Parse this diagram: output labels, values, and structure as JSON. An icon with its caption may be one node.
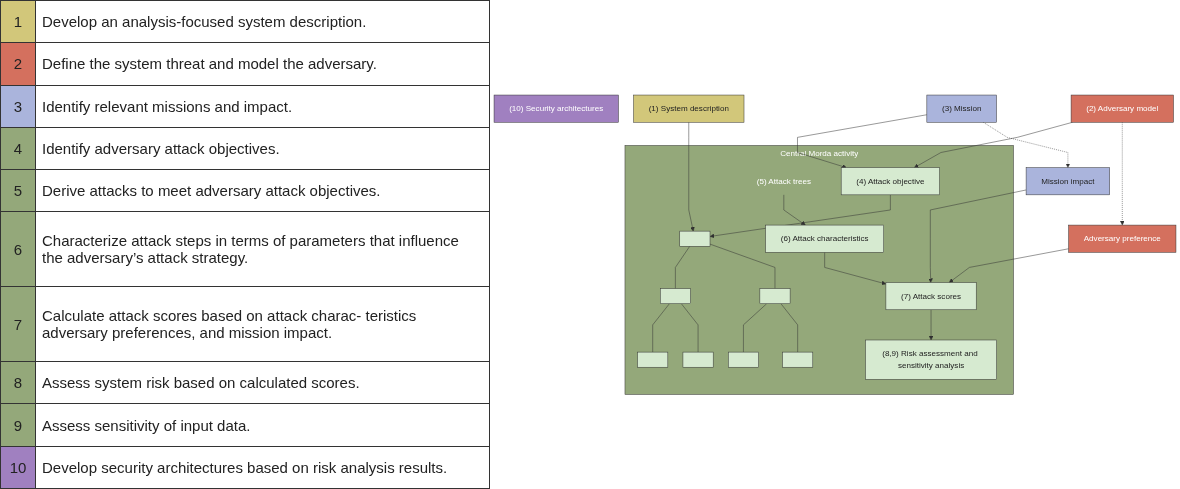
{
  "diagram": {
    "nodes": [
      {
        "text": [
          "(2) Adversary model"
        ]
      },
      {
        "text": [
          "(3) Mission"
        ]
      },
      {
        "text": [
          "Central Morda activity"
        ]
      },
      {
        "text": [
          "(4) Attack objective"
        ],
        "in": 2
      },
      {
        "text": [],
        "shape": "box",
        "in": 2
      },
      {
        "text": [],
        "shape": "box",
        "in": 2
      },
      {
        "text": [
          "(5) Attack trees"
        ],
        "in": 2
      },
      {
        "text": [],
        "shape": "box",
        "in": 2
      },
      {
        "text": [],
        "shape": "box",
        "in": 2
      },
      {
        "text": [],
        "shape": "box",
        "in": 2
      },
      {
        "text": [],
        "shape": "box",
        "in": 2
      },
      {
        "text": [],
        "shape": "box",
        "in": 2
      },
      {
        "text": [
          "(6) Attack characteristics"
        ],
        "in": 2
      },
      {
        "text": [
          "(7) Attack scores"
        ],
        "in": 2
      },
      {
        "text": [
          "(8,9) Risk assessment and sensitivity analysis"
        ],
        "in": 2
      },
      {
        "text": [
          "(1) System description"
        ]
      },
      {
        "text": [
          "Mission impact"
        ]
      },
      {
        "text": [
          "Adversary preference"
        ]
      },
      {
        "text": [
          "(10) Security architectures"
        ]
      }
    ],
    "edges": [
      {
        "from": 0,
        "to": 3,
        "arrow": "to"
      },
      {
        "from": 1,
        "to": 3,
        "arrow": "to"
      },
      {
        "from": 3,
        "to": 4,
        "arrow": "to"
      },
      {
        "from": 15,
        "to": 4,
        "arrow": "to"
      },
      {
        "from": 4,
        "to": 5,
        "arrow": "none"
      },
      {
        "from": 4,
        "to": 7,
        "arrow": "none"
      },
      {
        "from": 5,
        "to": 8,
        "arrow": "none"
      },
      {
        "from": 5,
        "to": 9,
        "arrow": "none"
      },
      {
        "from": 7,
        "to": 10,
        "arrow": "none"
      },
      {
        "from": 7,
        "to": 11,
        "arrow": "none"
      },
      {
        "from": 6,
        "to": 12,
        "arrow": "to"
      },
      {
        "from": 12,
        "to": 13,
        "arrow": "to"
      },
      {
        "from": 13,
        "to": 14,
        "arrow": "to"
      },
      {
        "from": 1,
        "to": 16,
        "arrow": "to",
        "style": "dashed"
      },
      {
        "from": 0,
        "to": 17,
        "arrow": "to",
        "style": "dashed"
      },
      {
        "from": 16,
        "to": 13,
        "arrow": "to"
      },
      {
        "from": 17,
        "to": 13,
        "arrow": "to"
      }
    ],
    "labels": [
      "1",
      "Develop an analysis-focused system description.",
      "2",
      "Define the system threat and model the adversary.",
      "3",
      "Identify relevant missions and impact.",
      "4",
      "Identify adversary attack objectives.",
      "5",
      "Derive attacks to meet adversary attack objectives.",
      "6",
      "Characterize attack steps in terms of parameters that influence the adversary’s attack strategy.",
      "7",
      "Calculate attack scores based on attack charac- teristics adversary preferences, and mission impact.",
      "8",
      "Assess system risk based on calculated scores.",
      "9",
      "Assess sensitivity of input data.",
      "10",
      "Develop security architectures based on risk analysis results."
    ]
  }
}
